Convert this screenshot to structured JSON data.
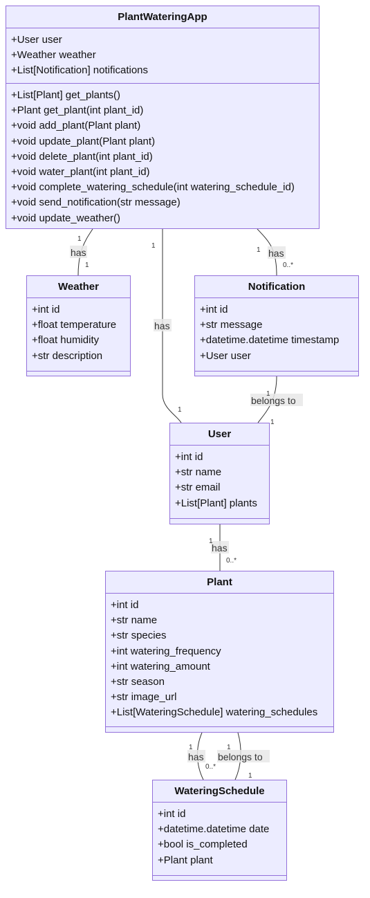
{
  "classes": {
    "app": {
      "name": "PlantWateringApp",
      "attributes": [
        "+User user",
        "+Weather weather",
        "+List[Notification] notifications"
      ],
      "methods": [
        "+List[Plant] get_plants()",
        "+Plant get_plant(int plant_id)",
        "+void add_plant(Plant plant)",
        "+void update_plant(Plant plant)",
        "+void delete_plant(int plant_id)",
        "+void water_plant(int plant_id)",
        "+void complete_watering_schedule(int watering_schedule_id)",
        "+void send_notification(str message)",
        "+void update_weather()"
      ]
    },
    "weather": {
      "name": "Weather",
      "attributes": [
        "+int id",
        "+float temperature",
        "+float humidity",
        "+str description"
      ],
      "methods": []
    },
    "notification": {
      "name": "Notification",
      "attributes": [
        "+int id",
        "+str message",
        "+datetime.datetime timestamp",
        "+User user"
      ],
      "methods": []
    },
    "user": {
      "name": "User",
      "attributes": [
        "+int id",
        "+str name",
        "+str email",
        "+List[Plant] plants"
      ],
      "methods": []
    },
    "plant": {
      "name": "Plant",
      "attributes": [
        "+int id",
        "+str name",
        "+str species",
        "+int watering_frequency",
        "+int watering_amount",
        "+str season",
        "+str image_url",
        "+List[WateringSchedule] watering_schedules"
      ],
      "methods": []
    },
    "schedule": {
      "name": "WateringSchedule",
      "attributes": [
        "+int id",
        "+datetime.datetime date",
        "+bool is_completed",
        "+Plant plant"
      ],
      "methods": []
    }
  },
  "relations": [
    {
      "id": "app-weather",
      "label": "has",
      "from_card": "1",
      "to_card": "1"
    },
    {
      "id": "app-user",
      "label": "has",
      "from_card": "1",
      "to_card": "1"
    },
    {
      "id": "app-notification",
      "label": "has",
      "from_card": "1",
      "to_card": "0..*"
    },
    {
      "id": "notification-user",
      "label": "belongs to",
      "from_card": "1",
      "to_card": "1"
    },
    {
      "id": "user-plant",
      "label": "has",
      "from_card": "1",
      "to_card": "0..*"
    },
    {
      "id": "plant-schedule",
      "label": "has",
      "from_card": "1",
      "to_card": "0..*"
    },
    {
      "id": "schedule-plant",
      "label": "belongs to",
      "from_card": "1",
      "to_card": "1"
    }
  ],
  "colors": {
    "class_fill": "#ececff",
    "class_border": "#9370db",
    "edge": "#333333"
  }
}
